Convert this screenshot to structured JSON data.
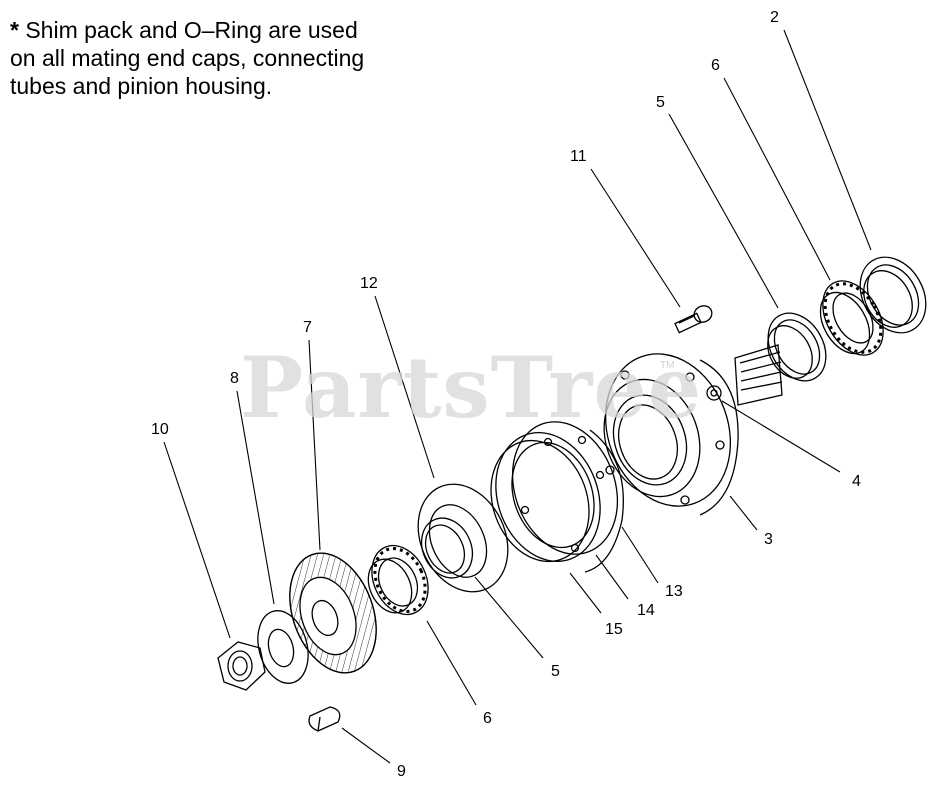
{
  "note": {
    "asterisk": "*",
    "line1": " Shim pack and O–Ring are used",
    "line2": "on all mating end caps, connecting",
    "line3": "tubes and pinion housing."
  },
  "watermark": {
    "text": "PartsTree",
    "mark": "TM"
  },
  "callouts": {
    "c2": "2",
    "c6_top": "6",
    "c5_top": "5",
    "c11": "11",
    "c12": "12",
    "c7": "7",
    "c8": "8",
    "c10": "10",
    "c4": "4",
    "c3": "3",
    "c13": "13",
    "c14": "14",
    "c15": "15",
    "c5_bottom": "5",
    "c6_bottom": "6",
    "c9": "9"
  },
  "colors": {
    "line": "#000000",
    "watermark": "#d7d7d7",
    "background": "#ffffff"
  }
}
